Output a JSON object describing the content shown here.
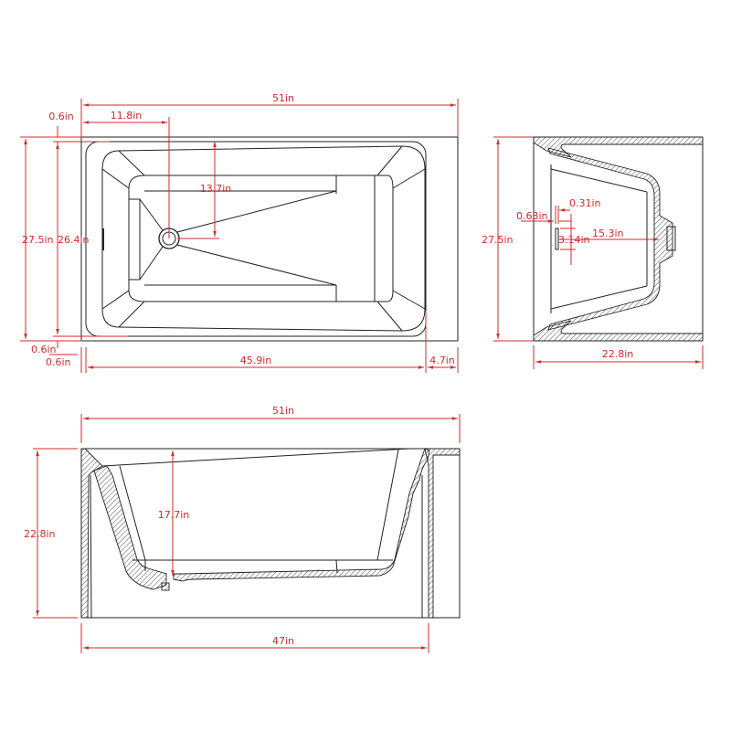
{
  "drawing": {
    "subject": "Rectangular alcove bathtub technical drawing",
    "colors": {
      "dimension": "#d42a2a",
      "outline": "#222222",
      "background": "#ffffff"
    }
  },
  "top_view": {
    "overall_length": "51in",
    "drain_offset": "11.8in",
    "flange_top": "0.6in",
    "drain_center_height": "13.7in",
    "overall_width": "27.5in",
    "inner_width": "26.4in",
    "flange_bottom": "0.6in",
    "flange_left": "0.6in",
    "basin_length": "45.9in",
    "end_wall": "4.7in"
  },
  "end_view": {
    "overall_width": "27.5in",
    "overflow_offset": "0.63in",
    "overflow_width": "0.31in",
    "overflow_height": "3.14in",
    "overflow_to_drain": "15.3in",
    "overall_depth": "22.8in"
  },
  "side_view": {
    "overall_length": "51in",
    "overall_height": "22.8in",
    "water_depth": "17.7in",
    "base_length": "47in"
  }
}
